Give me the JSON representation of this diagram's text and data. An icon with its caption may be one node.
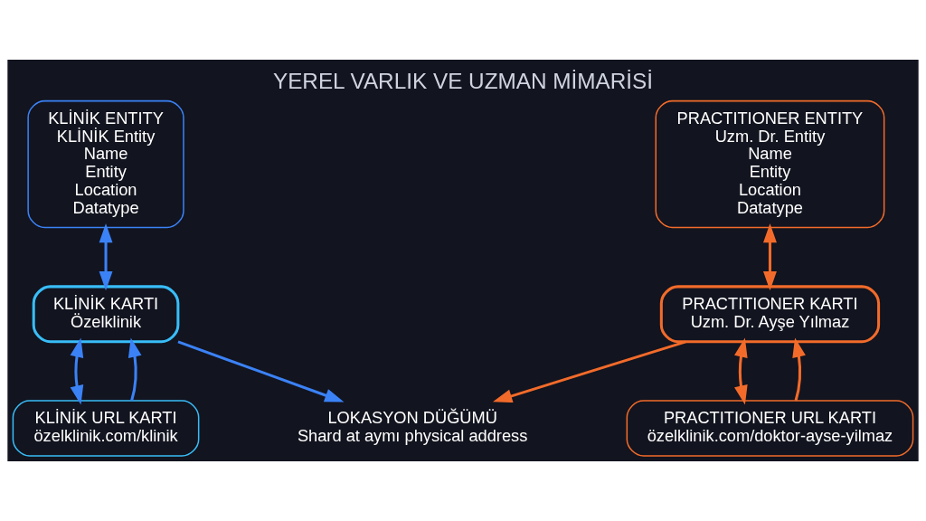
{
  "diagram": {
    "title": "YEREL VARLIK VE UZMAN MİMARİSİ",
    "nodes": [
      {
        "text": [
          "KLİNİK ENTITY",
          "KLİNİK Entity",
          "Name",
          "Entity",
          "Location",
          "Datatype"
        ]
      },
      {
        "text": [
          "KLİNİK KARTI",
          "Özelklinik"
        ]
      },
      {
        "text": [
          "PRACTITIONER ENTITY",
          "Uzm. Dr. Entity",
          "Name",
          "Entity",
          "Location",
          "Datatype"
        ]
      },
      {
        "text": [
          "PRACTITIONER KARTI",
          "Uzm. Dr. Ayşe Yılmaz"
        ]
      },
      {
        "text": [
          "KLİNİK URL KARTI",
          "özelklinik.com/klinik"
        ]
      },
      {
        "text": [
          "PRACTITIONER URL KARTI",
          "özelklinik.com/doktor-ayse-yilmaz"
        ]
      },
      {
        "text": [
          "LOKASYON DÜĞÜMÜ",
          "Shard at aymı physical address"
        ]
      }
    ],
    "edges": [
      {
        "from": 0,
        "to": 1,
        "arrow": "both",
        "color": "#3b82f6"
      },
      {
        "from": 4,
        "to": 1,
        "arrow": "to",
        "color": "#3b82f6"
      },
      {
        "from": 1,
        "to": 4,
        "arrow": "both",
        "color": "#3b82f6"
      },
      {
        "from": 1,
        "to": 6,
        "arrow": "to",
        "color": "#3b82f6"
      },
      {
        "from": 3,
        "to": 2,
        "arrow": "both",
        "color": "#f26b2a"
      },
      {
        "from": 5,
        "to": 3,
        "arrow": "to",
        "color": "#f26b2a"
      },
      {
        "from": 3,
        "to": 5,
        "arrow": "both",
        "color": "#f26b2a"
      },
      {
        "from": 3,
        "to": 6,
        "arrow": "to",
        "color": "#f26b2a"
      }
    ]
  }
}
